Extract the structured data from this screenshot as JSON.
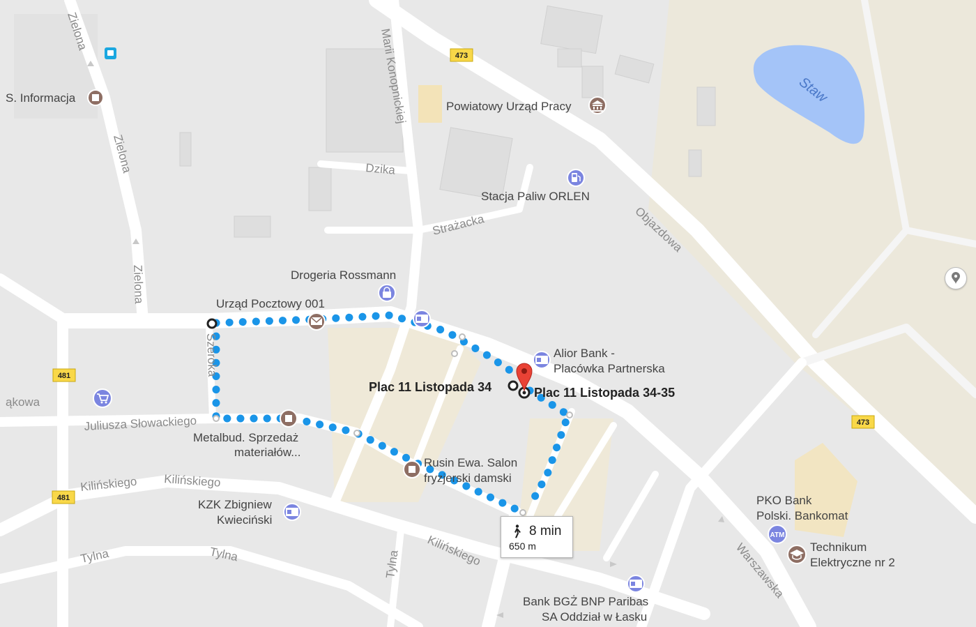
{
  "pois": {
    "informacja": "S. Informacja",
    "urzad_pracy": "Powiatowy Urząd Pracy",
    "stacja": "Stacja Paliw ORLEN",
    "rossmann": "Drogeria Rossmann",
    "poczta": "Urząd Pocztowy 001",
    "alior_1": "Alior Bank -",
    "alior_2": "Placówka Partnerska",
    "metalbud_1": "Metalbud. Sprzedaż",
    "metalbud_2": "materiałów...",
    "rusin_1": "Rusin Ewa. Salon",
    "rusin_2": "fryzjerski damski",
    "kzk_1": "KZK Zbigniew",
    "kzk_2": "Kwieciński",
    "pko_1": "PKO Bank",
    "pko_2": "Polski. Bankomat",
    "technikum_1": "Technikum",
    "technikum_2": "Elektryczne nr 2",
    "bgz_1": "Bank BGŻ BNP Paribas",
    "bgz_2": "SA Oddział w Łasku"
  },
  "places": {
    "plac_34": "Plac 11 Listopada 34",
    "plac_34_35": "Plac 11 Listopada 34-35"
  },
  "streets": {
    "zielona": "Zielona",
    "konopnickiej": "Marii Konopnickiej",
    "dzika": "Dzika",
    "strazacka": "Strażacka",
    "objazdowa": "Objazdowa",
    "szeroka": "Szeroka",
    "slowackiego": "Juliusza Słowackiego",
    "akowa": "ąkowa",
    "kilinskiego": "Kilińskiego",
    "tylna": "Tylna",
    "warszawska": "Warszawska"
  },
  "water": {
    "staw": "Staw"
  },
  "shields": {
    "r473": "473",
    "r481": "481"
  },
  "atm_badge": "ATM",
  "route": {
    "duration": "8 min",
    "distance": "650 m"
  },
  "icons": {
    "walk": "walking-person-icon",
    "pin": "red-location-pin-icon",
    "locate": "location-pin-icon"
  },
  "colors": {
    "map_bg": "#e8e8e8",
    "park_bg": "#ede9dc",
    "road": "#ffffff",
    "block": "#f0ead9",
    "water": "#a4c4f8",
    "route_dot": "#1a95e8",
    "poi_brown": "#8e6e63",
    "poi_blue": "#7b85e0",
    "shield": "#f9d849",
    "pin_red": "#e94235"
  }
}
